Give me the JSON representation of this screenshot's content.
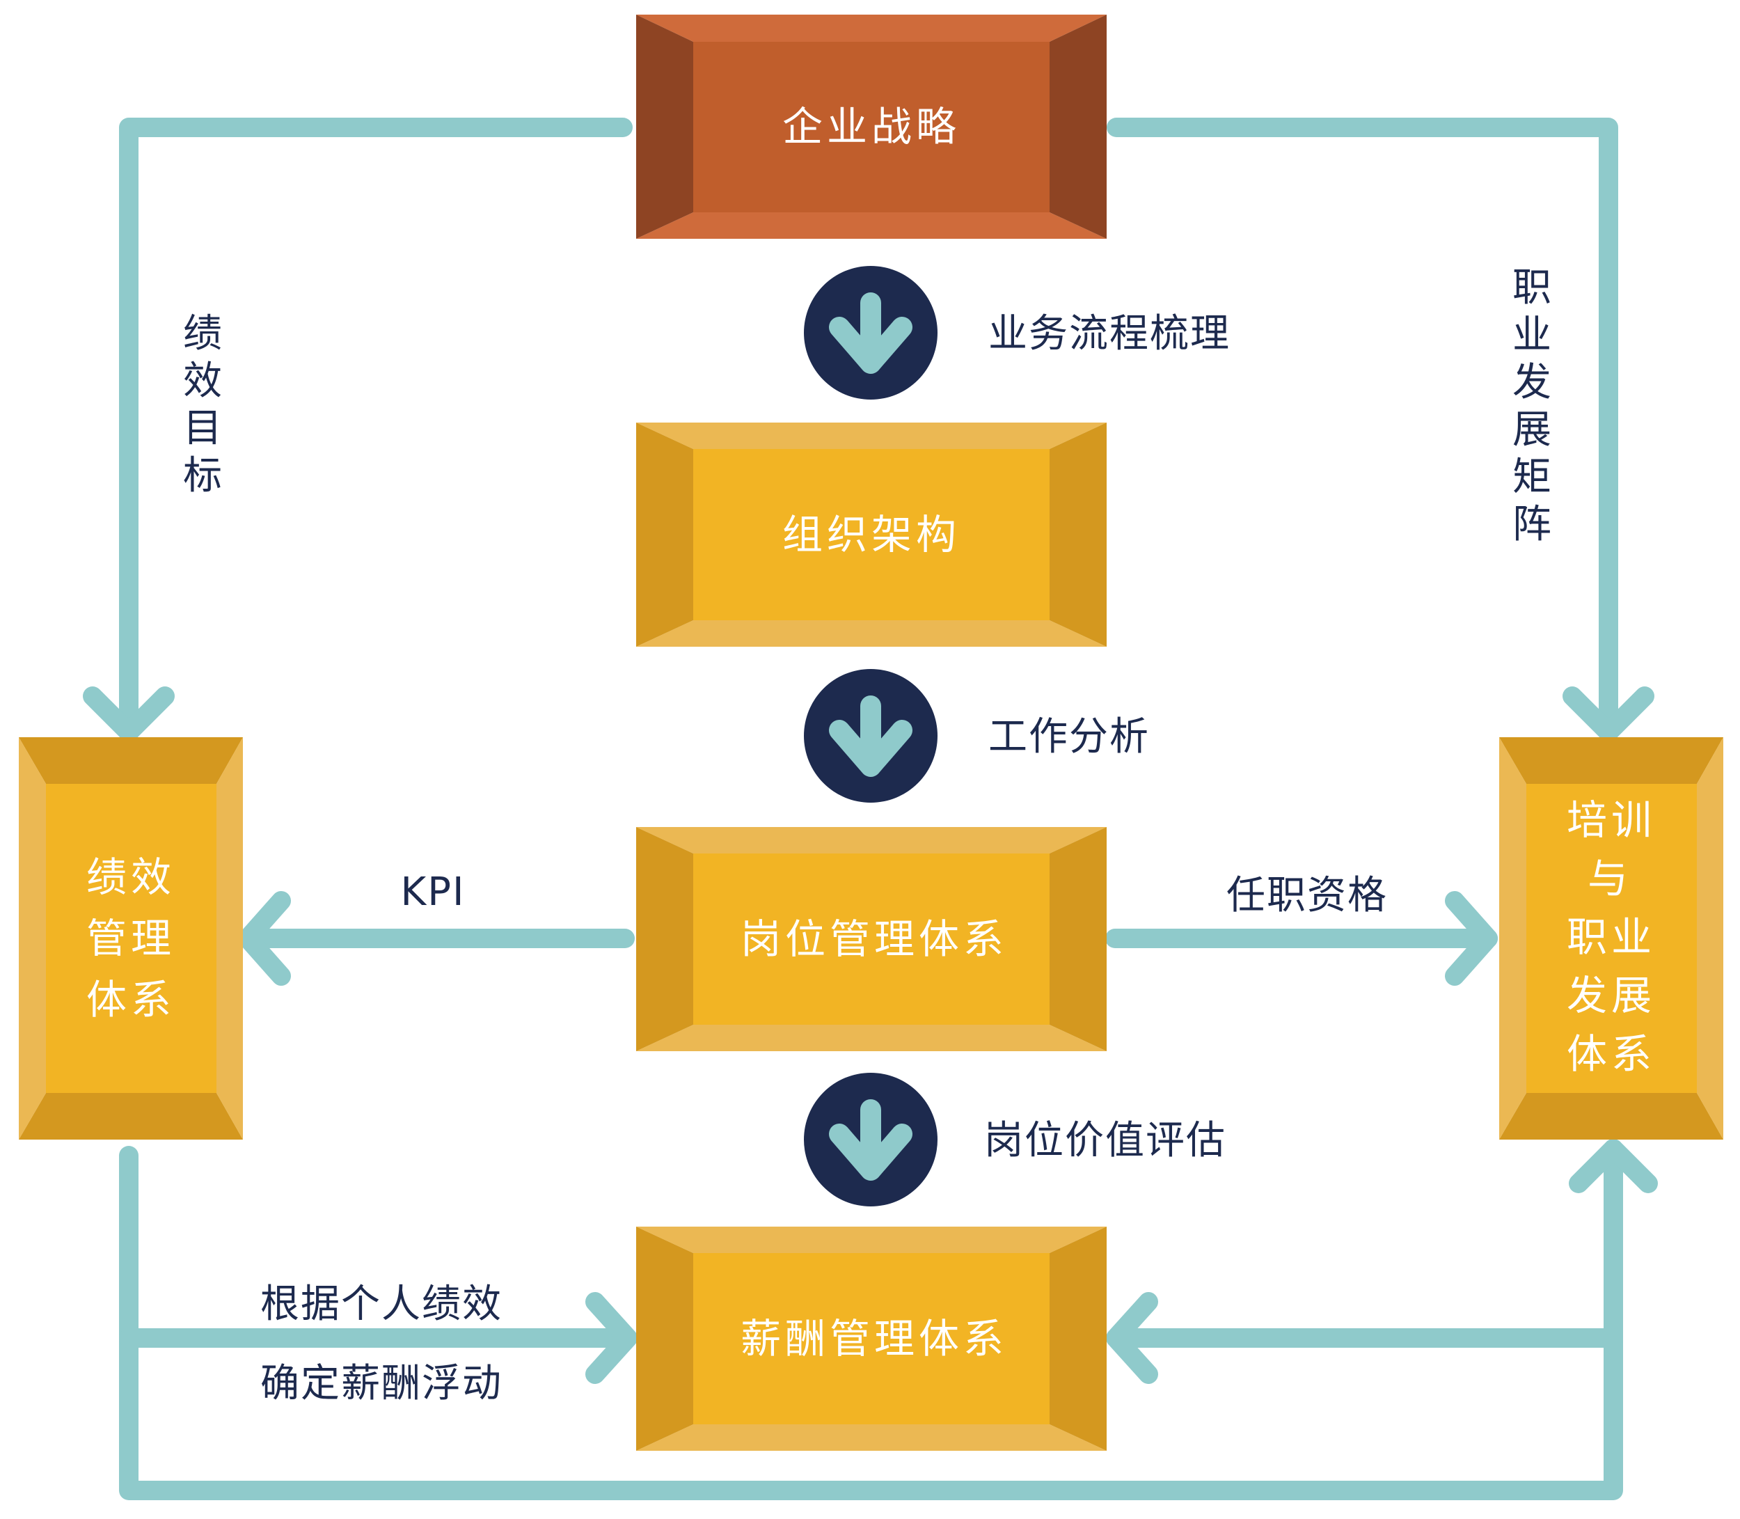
{
  "colors": {
    "strategy_face": "#c05e2c",
    "strategy_bevel_light": "#cf6b3b",
    "strategy_bevel_dark": "#8e4423",
    "box_face": "#f2b424",
    "box_bevel_light": "#ebb853",
    "box_bevel_dark": "#d4981f",
    "connector": "#8fcacb",
    "circle": "#1d2a4e",
    "label_text": "#1d2a4e",
    "box_text": "#ffffff"
  },
  "boxes": {
    "strategy": "企业战略",
    "org": "组织架构",
    "position": "岗位管理体系",
    "salary": "薪酬管理体系",
    "performance": [
      "绩效",
      "管理",
      "体系"
    ],
    "training": [
      "培训",
      "与",
      "职业",
      "发展",
      "体系"
    ]
  },
  "steps": {
    "step1": "业务流程梳理",
    "step2": "工作分析",
    "step3": "岗位价值评估"
  },
  "edges": {
    "performance_goal": [
      "绩",
      "效",
      "目",
      "标"
    ],
    "career_matrix": [
      "职",
      "业",
      "发",
      "展",
      "矩",
      "阵"
    ],
    "kpi": "KPI",
    "qualification": "任职资格",
    "salary_float_line1": "根据个人绩效",
    "salary_float_line2": "确定薪酬浮动"
  }
}
